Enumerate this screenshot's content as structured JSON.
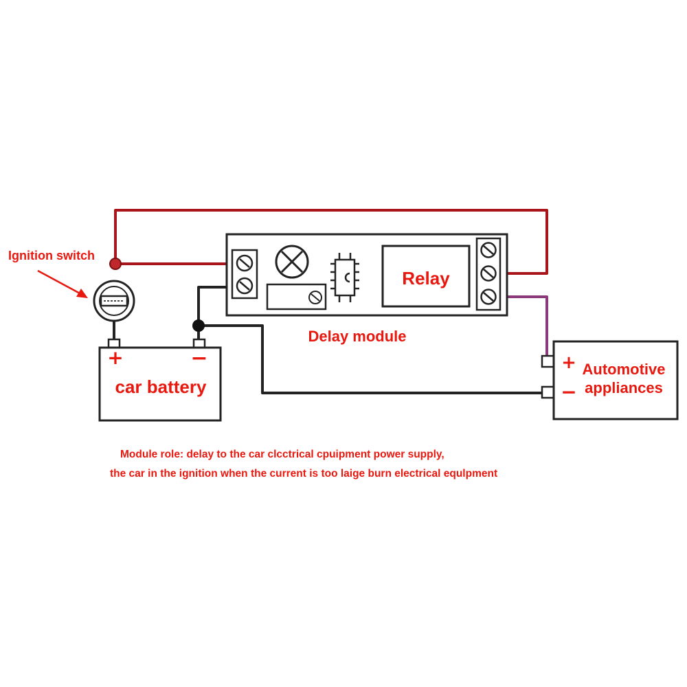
{
  "labels": {
    "ignition_switch": "Ignition switch",
    "delay_module": "Delay module",
    "relay": "Relay",
    "car_battery": "car battery",
    "battery_plus": "+",
    "battery_minus": "−",
    "appliances_line1": "Automotive",
    "appliances_line2": "appliances",
    "appliances_plus": "+",
    "appliances_minus": "−"
  },
  "note": {
    "line1": "Module role: delay to the car clcctrical cpuipment power supply,",
    "line2": "the car in the ignition when the current is too laige burn electrical equlpment"
  },
  "colors": {
    "label": "#e8180f",
    "wire_positive": "#a8151a",
    "wire_output": "#8a3a78",
    "wire_ground": "#222222",
    "outline": "#222222"
  }
}
